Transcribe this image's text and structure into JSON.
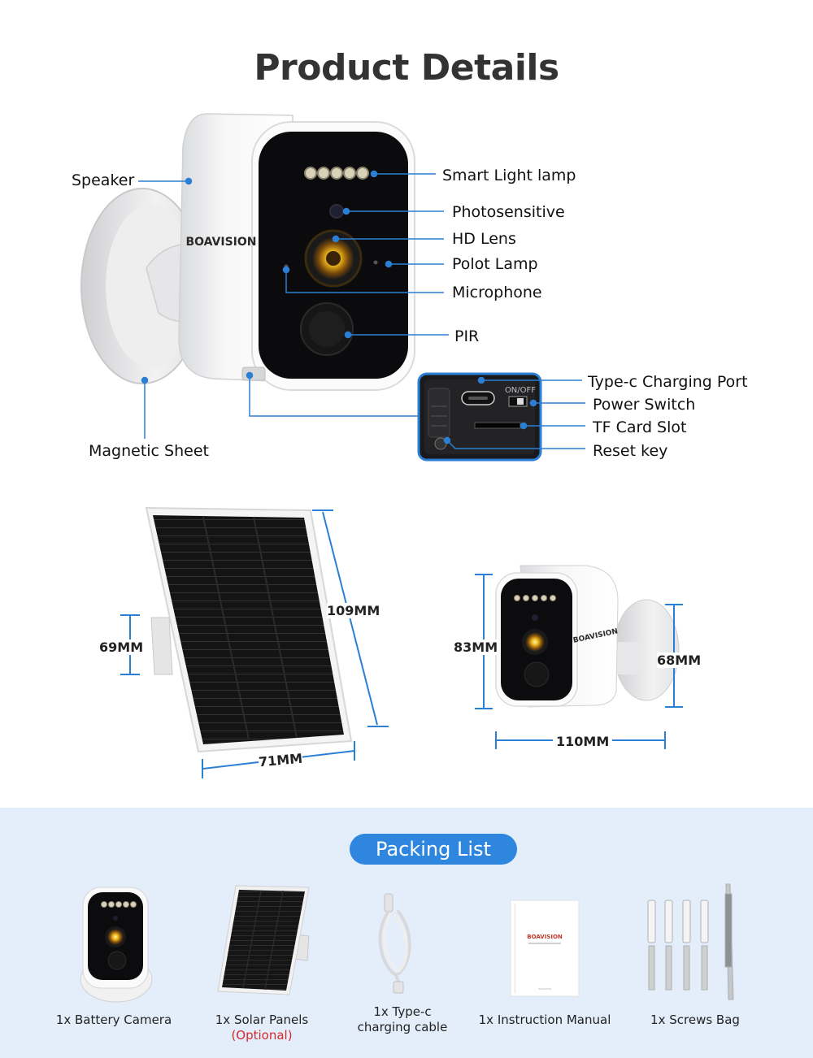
{
  "title": "Product Details",
  "brand": "BOAVISION",
  "callouts": {
    "speaker": "Speaker",
    "magnetic_sheet": "Magnetic Sheet",
    "smart_light_lamp": "Smart Light lamp",
    "photosensitive": "Photosensitive",
    "hd_lens": "HD Lens",
    "polot_lamp": "Polot Lamp",
    "microphone": "Microphone",
    "pir": "PIR",
    "type_c_port": "Type-c Charging Port",
    "power_switch": "Power Switch",
    "tf_card_slot": "TF Card Slot",
    "reset_key": "Reset key",
    "on_off_label": "ON/OFF"
  },
  "dimensions": {
    "solar_height": "109MM",
    "solar_bracket": "69MM",
    "solar_width": "71MM",
    "camera_height": "83MM",
    "camera_mount": "68MM",
    "camera_depth": "110MM"
  },
  "packing": {
    "title": "Packing List",
    "items": [
      {
        "line1": "1x Battery Camera",
        "line2": ""
      },
      {
        "line1": "1x Solar Panels",
        "line2": "(Optional)"
      },
      {
        "line1": "1x Type-c",
        "line2": "charging cable"
      },
      {
        "line1": "1x Instruction Manual",
        "line2": ""
      },
      {
        "line1": "1x Screws Bag",
        "line2": ""
      }
    ]
  },
  "colors": {
    "accent": "#2f86de",
    "callout_line": "#2b7fd4",
    "optional": "#d42a2a",
    "packing_bg": "#e4eefb"
  }
}
